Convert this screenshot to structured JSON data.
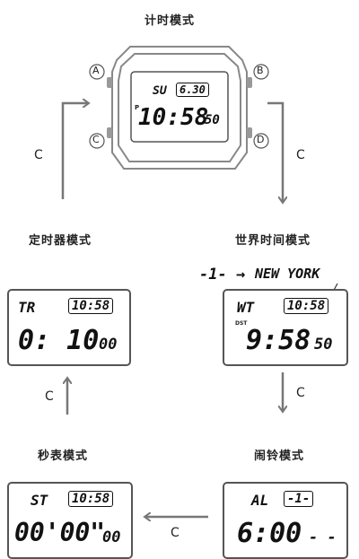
{
  "modes": {
    "timekeeping": "计时模式",
    "timer": "定时器模式",
    "world_time": "世界时间模式",
    "stopwatch": "秒表模式",
    "alarm": "闹铃模式"
  },
  "buttons": {
    "a": "A",
    "b": "B",
    "c": "C",
    "d": "D"
  },
  "arrow_label": "C",
  "watch": {
    "day": "SU",
    "date": "6.30",
    "pm": "P",
    "time": "10:58",
    "seconds": "50"
  },
  "timer_screen": {
    "code": "TR",
    "time": "10:58",
    "main": "0: 10",
    "sub": "00"
  },
  "world_screen": {
    "city_prefix": "-1- →",
    "city": "NEW YORK",
    "code": "WT",
    "time": "10:58",
    "dst": "DST",
    "main": "9:58",
    "sub": "50"
  },
  "stopwatch_screen": {
    "code": "ST",
    "time": "10:58",
    "main": "00'00\"",
    "sub": "00"
  },
  "alarm_screen": {
    "code": "AL",
    "number": "-1-",
    "main": "6:00",
    "sub": "- -"
  }
}
